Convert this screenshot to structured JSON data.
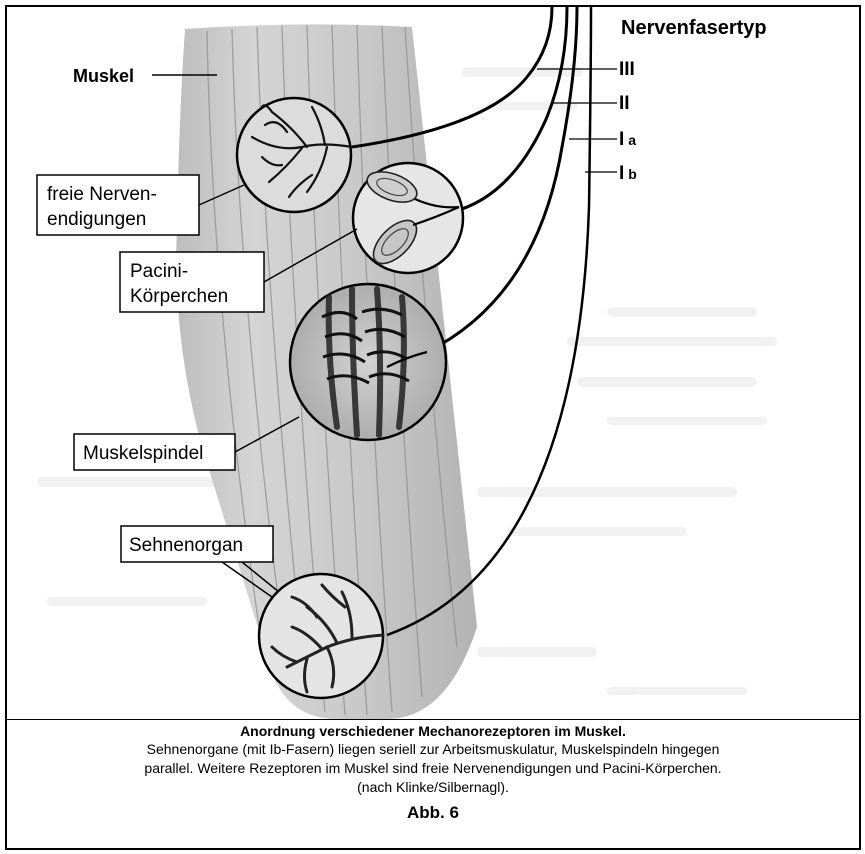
{
  "figure": {
    "labels": {
      "muscle": "Muskel",
      "free_nerve_endings_line1": "freie Nerven-",
      "free_nerve_endings_line2": "endigungen",
      "pacini_line1": "Pacini-",
      "pacini_line2": "Körperchen",
      "muscle_spindle": "Muskelspindel",
      "tendon_organ": "Sehnenorgan"
    },
    "fiber_types": {
      "heading": "Nervenfasertyp",
      "items": [
        {
          "main": "III",
          "sub": ""
        },
        {
          "main": "II",
          "sub": ""
        },
        {
          "main": "I",
          "sub": "a"
        },
        {
          "main": "I",
          "sub": "b"
        }
      ]
    }
  },
  "caption": {
    "title": "Anordnung verschiedener Mechanorezeptoren im Muskel.",
    "line1": "Sehnenorgane (mit Ib-Fasern) liegen seriell zur Arbeitsmuskulatur, Muskelspindeln hingegen",
    "line2": "parallel. Weitere Rezeptoren im Muskel sind freie Nervenendigungen und Pacini-Körperchen.",
    "line3": "(nach Klinke/Silbernagl).",
    "figure_number": "Abb. 6"
  }
}
